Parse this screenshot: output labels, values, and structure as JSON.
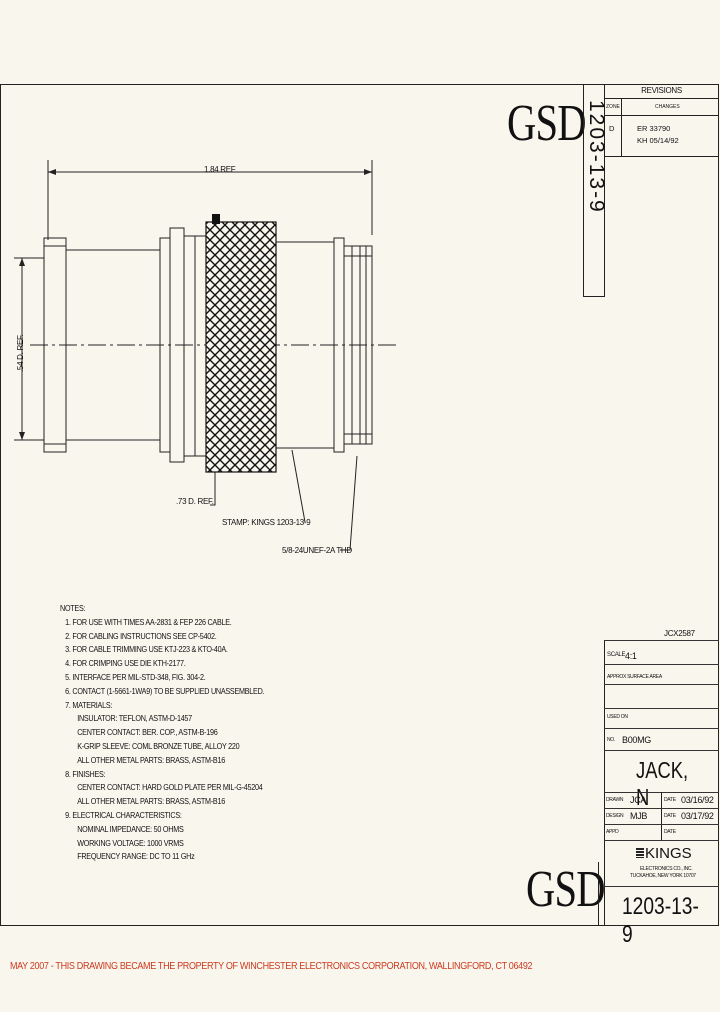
{
  "logo": {
    "text": "GSD"
  },
  "revisions": {
    "title": "REVISIONS",
    "col_rev": "ZONE",
    "col_changes": "CHANGES",
    "rows": [
      {
        "rev": "D",
        "line1": "ER  33790",
        "line2": "KH  05/14/92"
      }
    ]
  },
  "side_number": "1203-13-9",
  "drawing": {
    "dim_length": "1.84 REF",
    "dim_diameter": ".54 D. REF.",
    "dim_nut": ".73 D. REF.",
    "stamp": "STAMP: KINGS 1203-13-9",
    "thread": "5/8-24UNEF-2A THD"
  },
  "notes": {
    "title": "NOTES:",
    "lines": [
      {
        "text": "1. FOR USE WITH TIMES AA-2831 & FEP 226 CABLE.",
        "indent": false
      },
      {
        "text": "2. FOR CABLING INSTRUCTIONS SEE CP-5402.",
        "indent": false
      },
      {
        "text": "3. FOR CABLE TRIMMING USE KTJ-223 & KTO-40A.",
        "indent": false
      },
      {
        "text": "4. FOR CRIMPING USE DIE KTH-2177.",
        "indent": false
      },
      {
        "text": "5. INTERFACE PER MIL-STD-348, FIG. 304-2.",
        "indent": false
      },
      {
        "text": "6. CONTACT (1-5661-1WA9) TO BE SUPPLIED UNASSEMBLED.",
        "indent": false
      },
      {
        "text": "7. MATERIALS:",
        "indent": false
      },
      {
        "text": "INSULATOR: TEFLON, ASTM-D-1457",
        "indent": true
      },
      {
        "text": "CENTER CONTACT: BER. COP., ASTM-B-196",
        "indent": true
      },
      {
        "text": "K-GRIP SLEEVE: COML BRONZE TUBE, ALLOY 220",
        "indent": true
      },
      {
        "text": "ALL OTHER METAL PARTS: BRASS, ASTM-B16",
        "indent": true
      },
      {
        "text": "8. FINISHES:",
        "indent": false
      },
      {
        "text": "CENTER CONTACT: HARD GOLD PLATE PER MIL-G-45204",
        "indent": true
      },
      {
        "text": "ALL OTHER METAL PARTS: BRASS, ASTM-B16",
        "indent": true
      },
      {
        "text": "9. ELECTRICAL CHARACTERISTICS:",
        "indent": false
      },
      {
        "text": "NOMINAL IMPEDANCE: 50 OHMS",
        "indent": true
      },
      {
        "text": "WORKING VOLTAGE: 1000 VRMS",
        "indent": true
      },
      {
        "text": "FREQUENCY RANGE: DC TO 11 GHz",
        "indent": true
      }
    ]
  },
  "title_block": {
    "job": "JCX2587",
    "scale_label": "SCALE",
    "scale_value": "4:1",
    "approx_label": "APPROX SURFACE AREA",
    "used_on_label": "USED ON",
    "no_label": "NO.",
    "no_value": "B00MG",
    "title": "JACK, N",
    "drawn_label": "DRAWN",
    "drawn_by": "JCA",
    "date_label": "DATE",
    "drawn_date": "03/16/92",
    "design_label": "DESIGN",
    "design_by": "MJB",
    "design_date": "03/17/92",
    "appd_label": "APPD",
    "appd_date_label": "DATE",
    "company": "KINGS",
    "company_line1": "ELECTRONICS CO., INC.",
    "company_line2": "TUCKAHOE, NEW YORK 10707",
    "drawing_number": "1203-13-9"
  },
  "footer": {
    "text": "MAY 2007 - THIS DRAWING BECAME THE PROPERTY OF WINCHESTER ELECTRONICS CORPORATION, WALLINGFORD, CT 06492"
  },
  "colors": {
    "line": "#222222",
    "footer": "#cc3a1f",
    "paper": "#f9f6ee"
  }
}
